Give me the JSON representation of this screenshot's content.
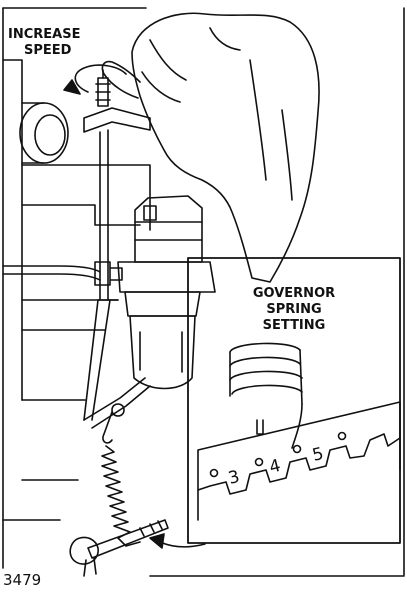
{
  "labels": {
    "increase_speed": [
      "INCREASE",
      "SPEED"
    ],
    "governor_spring_setting": [
      "GOVERNOR",
      "SPRING",
      "SETTING"
    ]
  },
  "scale_numbers": [
    "3",
    "4",
    "5"
  ],
  "figure_number": "3479",
  "colors": {
    "ink": "#111111",
    "paper": "#ffffff"
  }
}
